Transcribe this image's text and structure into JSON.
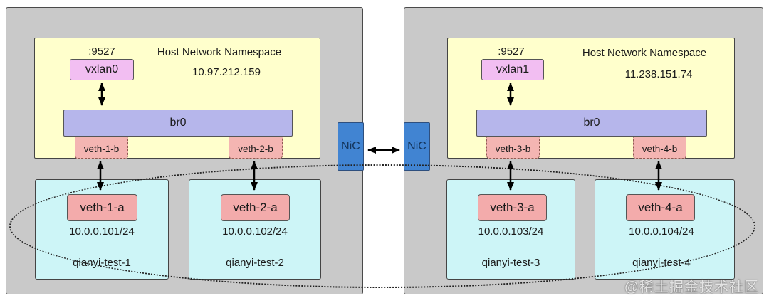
{
  "diagram": {
    "watermark": "@稀土掘金技术社区",
    "hosts": [
      {
        "nic": "NiC",
        "namespace": {
          "port": ":9527",
          "title": "Host Network Namespace",
          "ip": "10.97.212.159",
          "vxlan": "vxlan0",
          "bridge": "br0",
          "veths": [
            "veth-1-b",
            "veth-2-b"
          ]
        },
        "containers": [
          {
            "veth": "veth-1-a",
            "ip": "10.0.0.101/24",
            "name": "qianyi-test-1"
          },
          {
            "veth": "veth-2-a",
            "ip": "10.0.0.102/24",
            "name": "qianyi-test-2"
          }
        ]
      },
      {
        "nic": "NiC",
        "namespace": {
          "port": ":9527",
          "title": "Host Network Namespace",
          "ip": "11.238.151.74",
          "vxlan": "vxlan1",
          "bridge": "br0",
          "veths": [
            "veth-3-b",
            "veth-4-b"
          ]
        },
        "containers": [
          {
            "veth": "veth-3-a",
            "ip": "10.0.0.103/24",
            "name": "qianyi-test-3"
          },
          {
            "veth": "veth-4-a",
            "ip": "10.0.0.104/24",
            "name": "qianyi-test-4"
          }
        ]
      }
    ],
    "colors": {
      "host_bg": "#c9c9c9",
      "namespace_bg": "#ffffcc",
      "vxlan_bg": "#f2bef2",
      "bridge_bg": "#b6b6eb",
      "veth_b_bg": "#f4b5b2",
      "veth_a_bg": "#f3abab",
      "container_bg": "#cdf5f7",
      "nic_bg": "#4184d2",
      "arrow": "#000000"
    }
  }
}
